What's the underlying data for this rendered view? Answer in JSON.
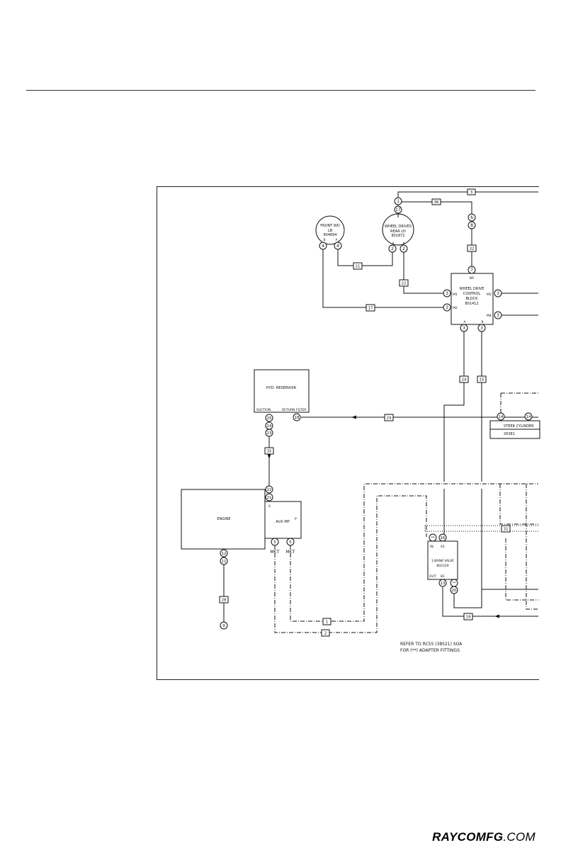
{
  "brand": {
    "name_bold": "RAYCOMFG",
    "name_tail": ".COM"
  },
  "note": {
    "line1": "REFER TO RC55 (38521) SOA",
    "line2": "FOR (**) ADAPTER FITTINGS"
  },
  "components": {
    "front_wd": {
      "line1": "FRONT WD",
      "line2": "LB",
      "line3": "804694",
      "port_b": "B",
      "port_a": "A"
    },
    "wheel_drives": {
      "line1": "WHEEL DRIVES",
      "line2": "REAR LH",
      "line3": "801872",
      "port_a": "A",
      "port_b": "B"
    },
    "control_block": {
      "line0": "BR",
      "line1": "WHEEL DRIVE",
      "line2": "CONTROL",
      "line3": "BLOCK",
      "line4": "801412",
      "m1": "M1",
      "m2": "M2",
      "m3": "M3",
      "m4": "M4",
      "a": "A",
      "b": "B"
    },
    "reservoir": {
      "title": "HYD. RESERVOIR",
      "suction": "SUCTION",
      "return_filter": "RETURN FILTER"
    },
    "steer_cylinder": {
      "title": "STEER CYLINDER",
      "part": "26381"
    },
    "engine": {
      "title": "ENGINE"
    },
    "aux_mp": {
      "title": "AUX MP",
      "s": "S",
      "p": "P",
      "mct1": "MCT",
      "mct2": "MCT"
    },
    "bank_valve": {
      "in": "IN",
      "a1": "A1",
      "line1": "1-BANK VALVE",
      "line2": "802229",
      "out": "OUT",
      "b1": "B1"
    }
  },
  "fittings": {
    "f1": "1",
    "f17": "17",
    "f6": "6",
    "f8": "8",
    "f7": "7",
    "fw4a": "4",
    "fw4b": "4",
    "fw2a": "2",
    "fw2b": "2",
    "cb3a": "3",
    "cb3b": "3",
    "cb3c": "3",
    "cb3d": "3",
    "cb3e": "3",
    "cb3f": "3",
    "r25": "25",
    "r24": "24",
    "r23": "23",
    "r18": "18",
    "s14a": "14",
    "s14b": "14",
    "e22": "22",
    "e21": "21",
    "e12": "12",
    "e11": "11",
    "e9": "9",
    "m5a": "5",
    "m5b": "5",
    "v_ast": "**",
    "v16": "16",
    "v13": "13",
    "v_ast2": "**",
    "v20": "20"
  },
  "hoses": {
    "h3": "3",
    "h36": "36",
    "h32": "32",
    "h21": "21",
    "h22": "22",
    "h17": "17",
    "h24": "24",
    "h15": "15",
    "h24b": "24",
    "h35": "35",
    "h31": "31",
    "h28": "28",
    "h1": "1",
    "h2": "2",
    "h19": "19"
  }
}
